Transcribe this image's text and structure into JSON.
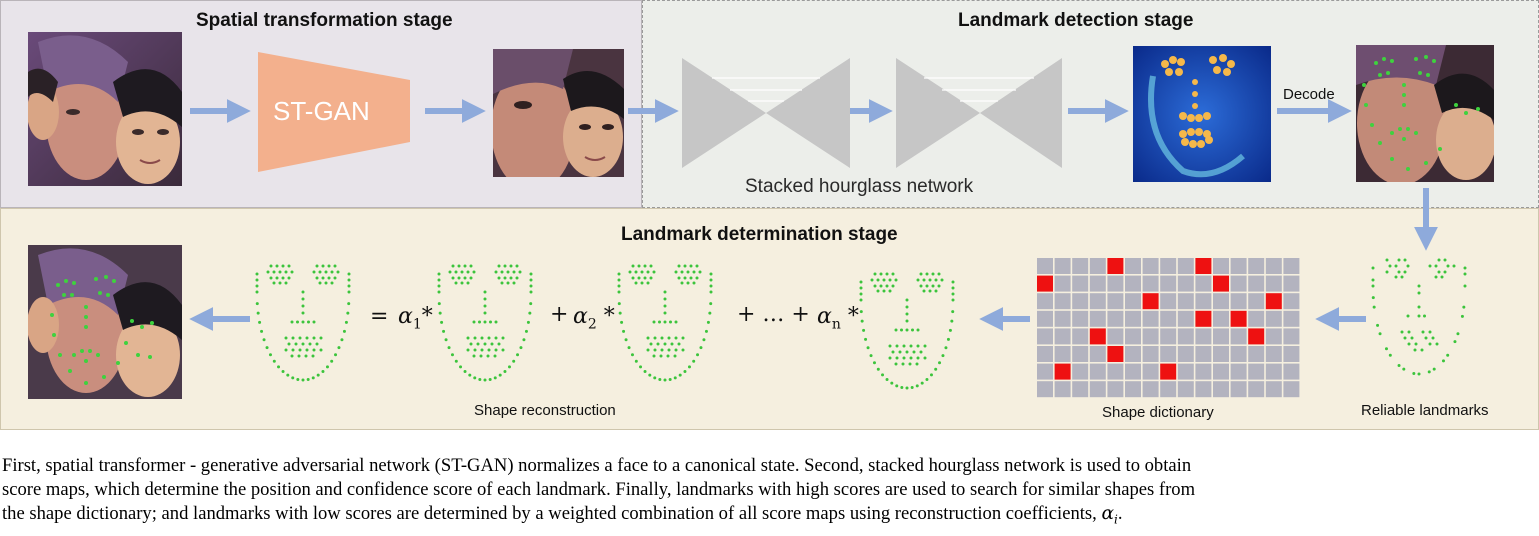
{
  "stages": {
    "spatial": "Spatial transformation stage",
    "detection": "Landmark detection stage",
    "determination": "Landmark determination stage"
  },
  "labels": {
    "stgan": "ST-GAN",
    "hourglass": "Stacked hourglass network",
    "decode": "Decode",
    "reliable": "Reliable landmarks",
    "dictionary": "Shape dictionary",
    "reconstruction": "Shape reconstruction"
  },
  "equation": {
    "eq": "=",
    "alpha1": "α",
    "sub1": "1",
    "plus2": "+",
    "alpha2": "α",
    "sub2": "2",
    "ellipsis": "+ … +",
    "alphan": "α",
    "subn": "n",
    "star": "*"
  },
  "caption": {
    "line1": "First, spatial transformer - generative adversarial network (ST-GAN) normalizes a face to a canonical state.  Second, stacked hourglass network is used to obtain",
    "line2": "score maps, which determine the position and confidence score of each landmark. Finally, landmarks with high scores are used to search for similar shapes from",
    "line3": "the shape dictionary; and landmarks with low scores are determined by a weighted combination of all score maps using reconstruction coefficients,",
    "alpha": "α",
    "alpha_sub": "i",
    "period": "."
  },
  "colors": {
    "arrow": "#8eaadb",
    "stgan": "#f3b08d",
    "hourglass": "#c6c6c6",
    "landmark": "#3cc43c",
    "dict_cell": "#b3b3bf",
    "dict_red": "#ee1111"
  }
}
